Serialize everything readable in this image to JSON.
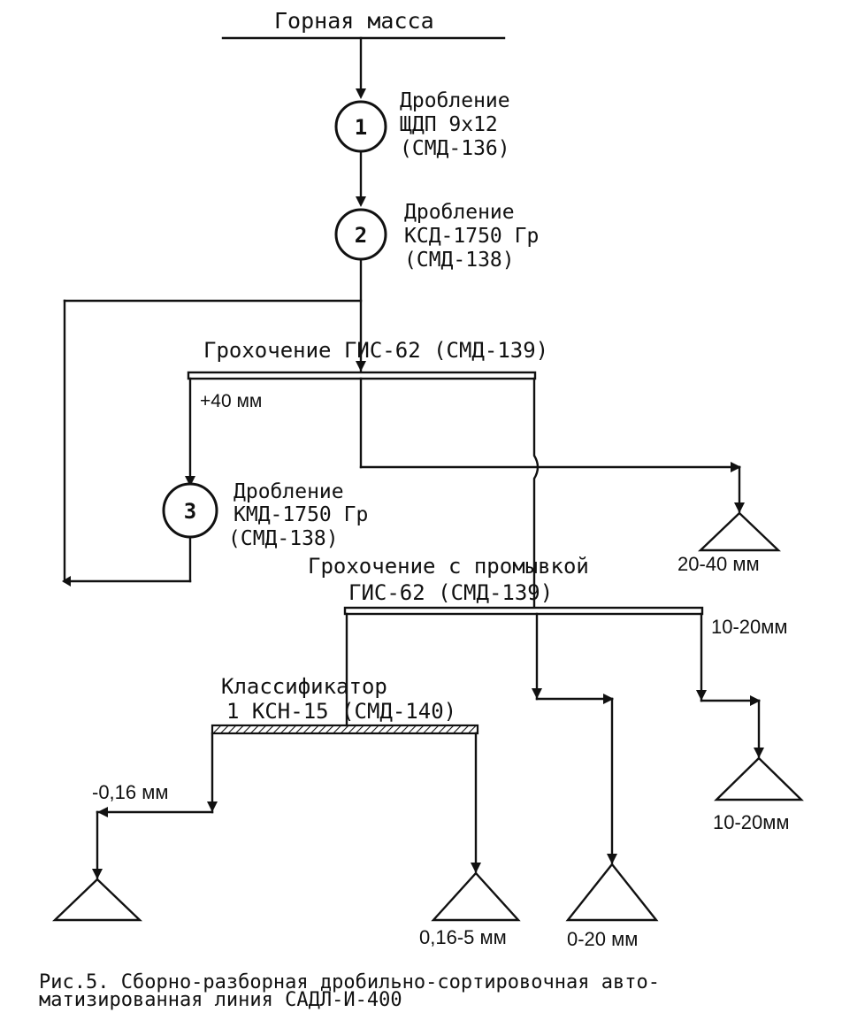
{
  "feed": {
    "label": "Горная масса"
  },
  "stages": [
    {
      "number": "1",
      "line1": "Дробление",
      "line2": "ЩДП 9x12",
      "line3": "(СМД-136)"
    },
    {
      "number": "2",
      "line1": "Дробление",
      "line2": "КСД-1750 Гр",
      "line3": "(СМД-138)"
    },
    {
      "number": "3",
      "line1": "Дробление",
      "line2": "КМД-1750 Гр",
      "line3": "(СМД-138)"
    }
  ],
  "screen1": {
    "label": "Грохочение ГИС-62 (СМД-139)",
    "oversize": "+40 мм"
  },
  "screen2": {
    "line1": "Грохочение с промывкой",
    "line2": "ГИС-62 (СМД-139)",
    "fraction": "10-20мм"
  },
  "classifier": {
    "line1": "Классификатор",
    "line2": "1 КСН-15 (СМД-140)",
    "undersize": "-0,16 мм"
  },
  "products": [
    {
      "label": "20-40 мм"
    },
    {
      "label": "10-20мм"
    },
    {
      "label": "0-20 мм"
    },
    {
      "label": "0,16-5 мм"
    }
  ],
  "caption": {
    "line1": "Рис.5. Сборно-разборная дробильно-сортировочная авто-",
    "line2": "матизированная линия САДЛ-И-400"
  }
}
